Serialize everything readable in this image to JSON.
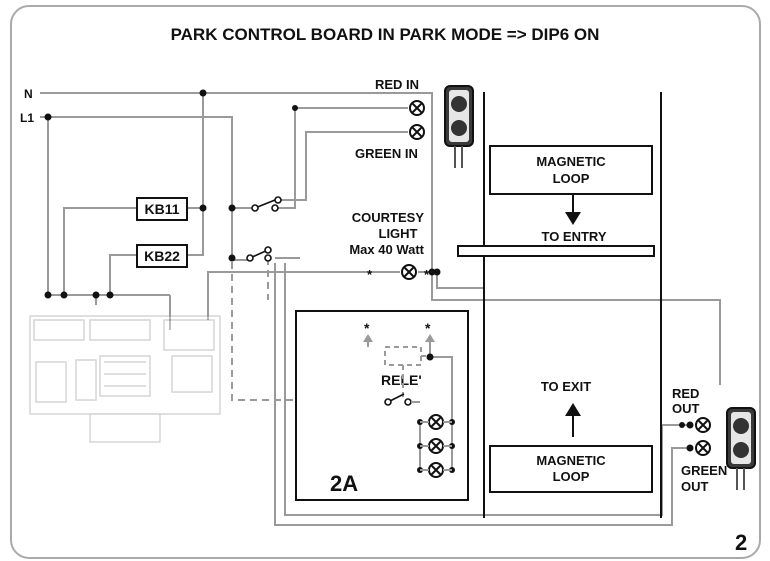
{
  "title": "PARK CONTROL BOARD IN PARK MODE => DIP6 ON",
  "labels": {
    "n": "N",
    "l1": "L1",
    "kb11": "KB11",
    "kb22": "KB22",
    "red_in": "RED IN",
    "green_in": "GREEN IN",
    "courtesy_1": "COURTESY",
    "courtesy_2": "LIGHT",
    "courtesy_3": "Max 40 Watt",
    "loop_top_1": "MAGNETIC",
    "loop_top_2": "LOOP",
    "to_entry": "TO ENTRY",
    "to_exit": "TO EXIT",
    "loop_bottom_1": "MAGNETIC",
    "loop_bottom_2": "LOOP",
    "rele": "RELE'",
    "inset_label": "2A",
    "red_out_1": "RED",
    "red_out_2": "OUT",
    "green_out_1": "GREEN",
    "green_out_2": "OUT",
    "star": "*",
    "figure_number": "2"
  },
  "colors": {
    "wire": "#9a9a9a",
    "ink": "#111111",
    "frame": "#aaaaaa",
    "board": "#cfcfcf"
  }
}
